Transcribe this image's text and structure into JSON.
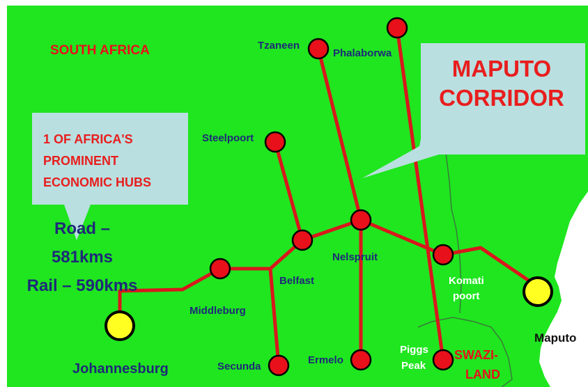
{
  "map": {
    "country_label": "SOUTH AFRICA",
    "swaziland_label": [
      "SWAZI-",
      "LAND"
    ],
    "colors": {
      "land": "#1fe61f",
      "sea": "#ffffff",
      "route": "#d8181c",
      "node": "#e8101a",
      "terminal": "#ffff22",
      "callout": "#b9dfe0",
      "callout_text": "#e81e1e",
      "distance_text": "#1e2a78",
      "border": "#3a7a3a"
    }
  },
  "callouts": {
    "maputo_corridor": [
      "MAPUTO",
      "CORRIDOR"
    ],
    "economic_hub": [
      "1 OF AFRICA'S",
      "PROMINENT",
      "ECONOMIC HUBS"
    ]
  },
  "distances": [
    "Road –",
    "581kms",
    "Rail – 590kms"
  ],
  "places": {
    "johannesburg": "Johannesburg",
    "middleburg": "Middleburg",
    "belfast": "Belfast",
    "nelspruit": "Nelspruit",
    "komatipoort": [
      "Komati",
      "poort"
    ],
    "maputo": "Maputo",
    "steelpoort": "Steelpoort",
    "tzaneen": "Tzaneen",
    "phalaborwa": "Phalaborwa",
    "secunda": "Secunda",
    "ermelo": "Ermelo",
    "piggs_peak": [
      "Piggs",
      "Peak"
    ]
  }
}
